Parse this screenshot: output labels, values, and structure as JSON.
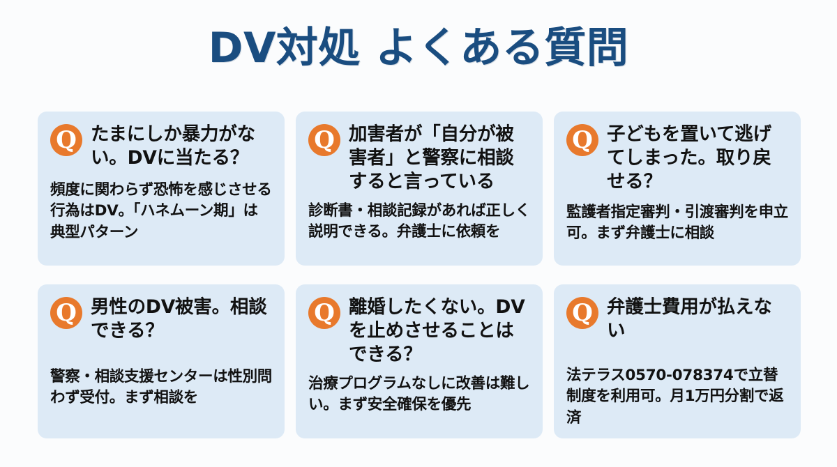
{
  "header": {
    "title": "DV対処 よくある質問",
    "title_color": "#1a4d80"
  },
  "theme": {
    "page_background": "#fbfcfd",
    "card_background": "#ddeaf6",
    "badge_color": "#e8792c",
    "badge_text_color": "#ffffff",
    "text_color": "#111111"
  },
  "faq": {
    "badge_label": "Q",
    "items": [
      {
        "question": "たまにしか暴力がない。DVに当たる？",
        "answer": "頻度に関わらず恐怖を感じさせる行為はDV。「ハネムーン期」は典型パターン"
      },
      {
        "question": "加害者が「自分が被害者」と警察に相談すると言っている",
        "answer": "診断書・相談記録があれば正しく説明できる。弁護士に依頼を"
      },
      {
        "question": "子どもを置いて逃げてしまった。取り戻せる？",
        "answer": "監護者指定審判・引渡審判を申立可。まず弁護士に相談"
      },
      {
        "question": "男性のDV被害。相談できる？",
        "answer": "警察・相談支援センターは性別問わず受付。まず相談を"
      },
      {
        "question": "離婚したくない。DVを止めさせることはできる？",
        "answer": "治療プログラムなしに改善は難しい。まず安全確保を優先"
      },
      {
        "question": "弁護士費用が払えない",
        "answer": "法テラス0570-078374で立替制度を利用可。月1万円分割で返済"
      }
    ]
  }
}
